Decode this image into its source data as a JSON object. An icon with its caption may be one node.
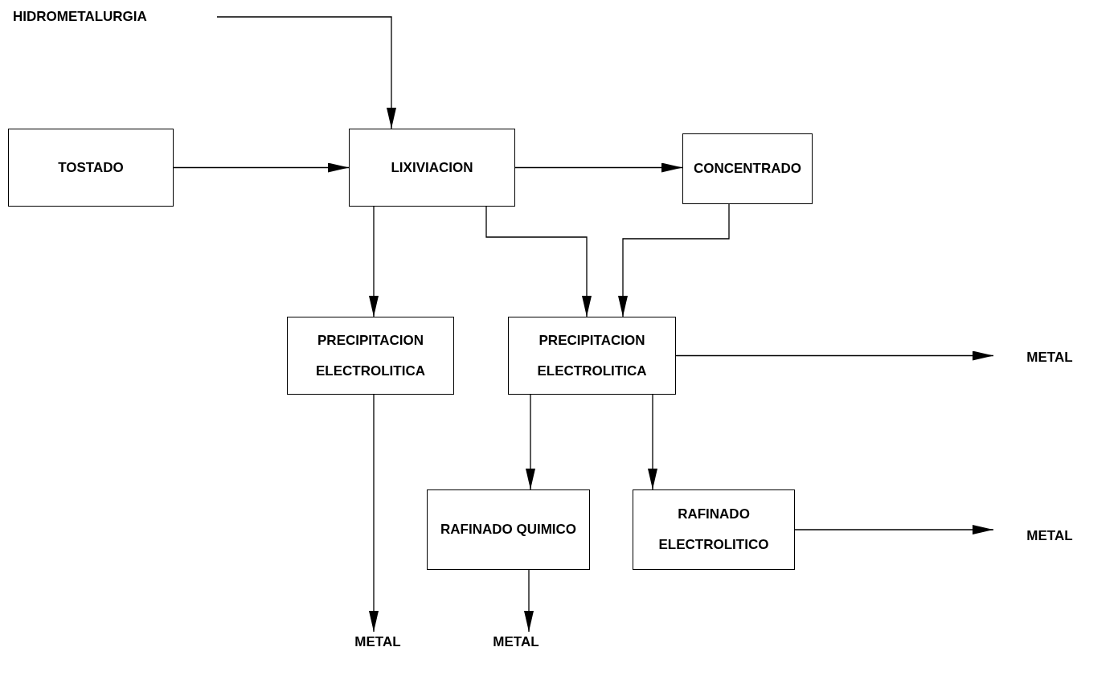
{
  "diagram": {
    "nodes": [
      {
        "text": [
          "HIDROMETALURGIA"
        ]
      },
      {
        "text": [
          "TOSTADO"
        ]
      },
      {
        "text": [
          "LIXIVIACION"
        ]
      },
      {
        "text": [
          "CONCENTRADO"
        ]
      },
      {
        "text": [
          "PRECIPITACION ELECTROLITICA"
        ]
      },
      {
        "text": [
          "PRECIPITACION ELECTROLITICA"
        ]
      },
      {
        "text": [
          "METAL"
        ]
      },
      {
        "text": [
          "RAFINADO QUIMICO"
        ]
      },
      {
        "text": [
          "RAFINADO ELECTROLITICO"
        ]
      },
      {
        "text": [
          "METAL"
        ]
      },
      {
        "text": [
          "METAL"
        ]
      },
      {
        "text": [
          "METAL"
        ]
      }
    ],
    "edges": [
      {
        "from": 0,
        "to": 2,
        "arrow": "to"
      },
      {
        "from": 1,
        "to": 2,
        "arrow": "to"
      },
      {
        "from": 2,
        "to": 3,
        "arrow": "to"
      },
      {
        "from": 2,
        "to": 4,
        "arrow": "to"
      },
      {
        "from": 2,
        "to": 5,
        "arrow": "to"
      },
      {
        "from": 3,
        "to": 5,
        "arrow": "to"
      },
      {
        "from": 5,
        "to": 6,
        "arrow": "to"
      },
      {
        "from": 5,
        "to": 7,
        "arrow": "to"
      },
      {
        "from": 5,
        "to": 8,
        "arrow": "to"
      },
      {
        "from": 8,
        "to": 9,
        "arrow": "to"
      },
      {
        "from": 4,
        "to": 10,
        "arrow": "to"
      },
      {
        "from": 7,
        "to": 11,
        "arrow": "to"
      }
    ]
  }
}
